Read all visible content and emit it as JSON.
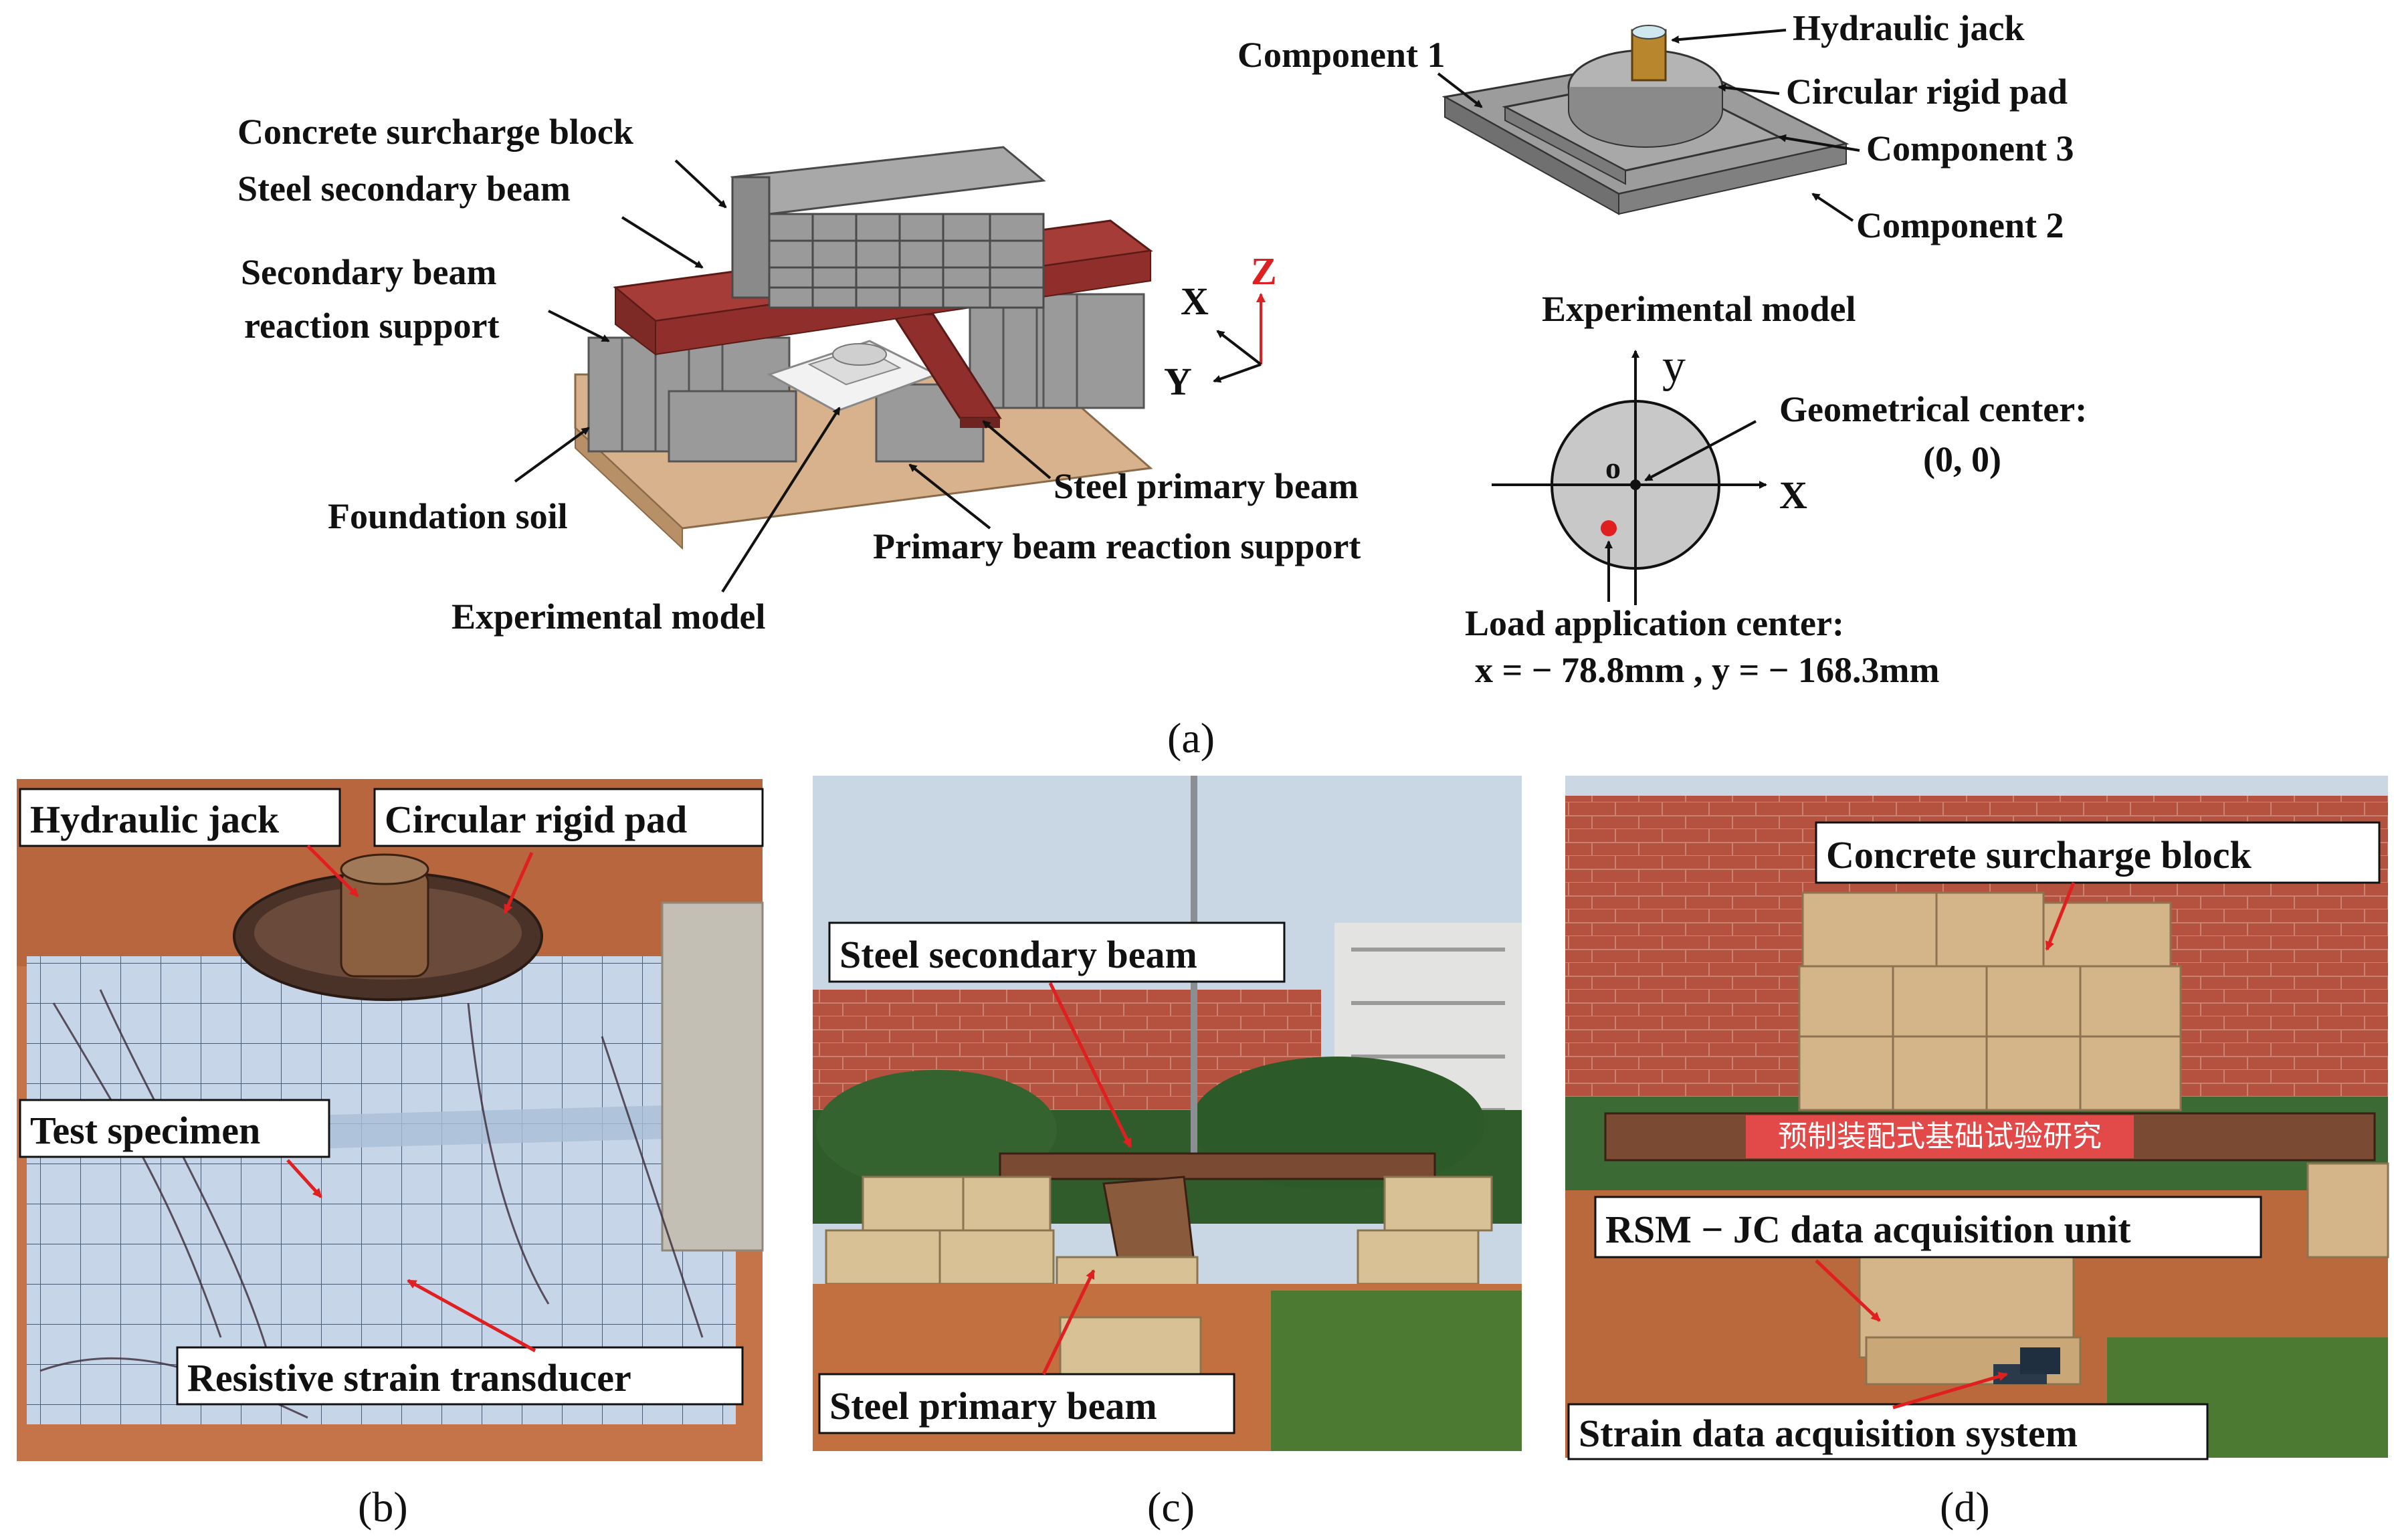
{
  "panel_a": {
    "caption": "(a)",
    "left_labels": {
      "concrete_surcharge_block": "Concrete surcharge block",
      "steel_secondary_beam": "Steel secondary beam",
      "secondary_beam_line1": "Secondary beam",
      "secondary_beam_line2": "reaction support",
      "foundation_soil": "Foundation soil",
      "experimental_model": "Experimental model",
      "steel_primary_beam": "Steel primary beam",
      "primary_beam_reaction_support": "Primary beam reaction support"
    },
    "axes3d": {
      "x": "X",
      "y": "Y",
      "z": "Z"
    },
    "right_labels": {
      "component_1": "Component 1",
      "hydraulic_jack": "Hydraulic jack",
      "circular_rigid_pad": "Circular rigid pad",
      "component_3": "Component 3",
      "component_2": "Component 2",
      "experimental_model": "Experimental model"
    },
    "plan_view": {
      "y_axis": "y",
      "x_axis": "X",
      "origin": "o",
      "geometrical_center_line1": "Geometrical center:",
      "geometrical_center_line2": "(0, 0)",
      "load_center_line1": "Load application center:",
      "load_center_line2": "x = − 78.8mm , y = − 168.3mm"
    }
  },
  "panel_b": {
    "caption": "(b)",
    "hydraulic_jack": "Hydraulic jack",
    "circular_rigid_pad": "Circular rigid pad",
    "test_specimen": "Test specimen",
    "strain_transducer": "Resistive strain transducer"
  },
  "panel_c": {
    "caption": "(c)",
    "steel_secondary_beam": "Steel secondary beam",
    "steel_primary_beam": "Steel primary beam"
  },
  "panel_d": {
    "caption": "(d)",
    "concrete_surcharge_block": "Concrete surcharge block",
    "banner_text": "预制装配式基础试验研究",
    "rsm_unit": "RSM − JC data acquisition unit",
    "strain_system": "Strain data acquisition system"
  },
  "colors": {
    "beam_red": "#a63c38",
    "block_gray": "#8e8e8e",
    "soil_tan": "#d7b28c",
    "arrow_red": "#e02020",
    "sky": "#c9d6e4",
    "brick_building": "#b5523f"
  }
}
